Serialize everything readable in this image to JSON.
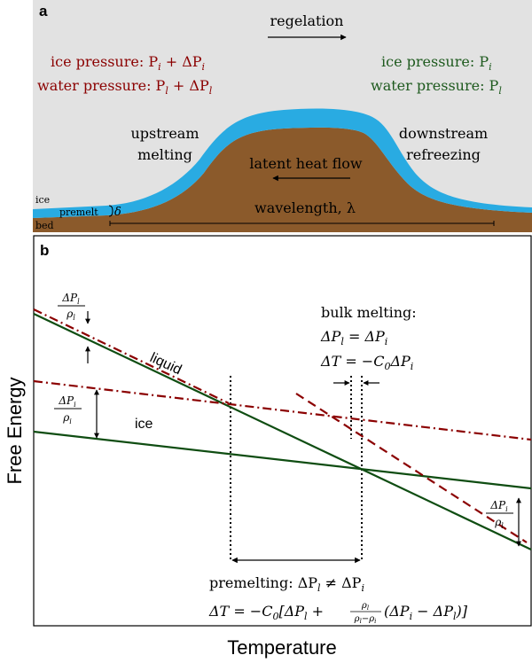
{
  "colors": {
    "panel_a_bg": "#e2e2e2",
    "ice_blue": "#29abe2",
    "bed_brown": "#8b5a2b",
    "dark_red": "#8b0000",
    "dark_green": "#1e5a1e",
    "solid_green": "#0f4d12"
  },
  "panel_a": {
    "label": "a",
    "regelation": "regelation",
    "left_ice_pressure": "ice pressure: P",
    "left_ice_sub": "i",
    "left_ice_extra": " + ΔP",
    "left_ice_extra_sub": "i",
    "left_water_pressure": "water pressure: P",
    "left_water_sub": "l",
    "left_water_extra": " + ΔP",
    "left_water_extra_sub": "l",
    "right_ice_pressure": "ice pressure: P",
    "right_ice_sub": "i",
    "right_water_pressure": "water pressure: P",
    "right_water_sub": "l",
    "upstream_1": "upstream",
    "upstream_2": "melting",
    "downstream_1": "downstream",
    "downstream_2": "refreezing",
    "latent_heat": "latent heat flow",
    "ice_label": "ice",
    "premelt_label": "premelt",
    "delta_symbol": "δ",
    "bed_label": "bed",
    "wavelength": "wavelength, λ"
  },
  "panel_b": {
    "label": "b",
    "y_axis_label": "Free Energy",
    "x_axis_label": "Temperature",
    "liquid_label": "liquid",
    "ice_label": "ice",
    "frac_l_num": "ΔP",
    "frac_l_num_sub": "l",
    "frac_l_den": "ρ",
    "frac_l_den_sub": "l",
    "frac_i_num": "ΔP",
    "frac_i_num_sub": "i",
    "frac_i_den": "ρ",
    "frac_i_den_sub": "i",
    "bulk_title": "bulk melting:",
    "bulk_eq1": "ΔP",
    "bulk_eq1_sub_l": "l",
    "bulk_eq1_mid": " = ΔP",
    "bulk_eq1_sub_i": "i",
    "bulk_eq2": "ΔT = −C",
    "bulk_eq2_sub": "0",
    "bulk_eq2_end": "ΔP",
    "bulk_eq2_end_sub": "i",
    "premelt_title": "premelting: ΔP",
    "premelt_sub_l": "l",
    "premelt_neq": " ≠ ΔP",
    "premelt_sub_i": "i",
    "premelt_eq_a": "ΔT = −C",
    "premelt_eq_a_sub": "0",
    "premelt_eq_b": "[ΔP",
    "premelt_eq_b_sub": "l",
    "premelt_eq_c": " + ",
    "premelt_frac_num": "ρ",
    "premelt_frac_num_sub": "l",
    "premelt_frac_den": "ρ",
    "premelt_frac_den_sub1": "l",
    "premelt_frac_den_mid": "−ρ",
    "premelt_frac_den_sub2": "i",
    "premelt_eq_d": "(ΔP",
    "premelt_eq_d_sub": "i",
    "premelt_eq_e": " − ΔP",
    "premelt_eq_e_sub": "l",
    "premelt_eq_f": ")]"
  }
}
